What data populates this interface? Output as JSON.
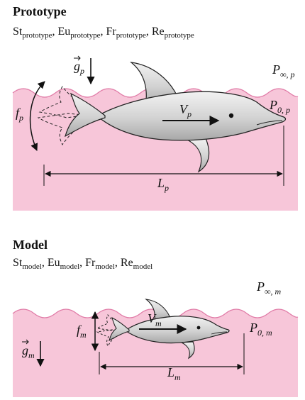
{
  "prototype": {
    "title": "Prototype",
    "params": [
      {
        "name": "St",
        "sub": "prototype"
      },
      {
        "name": "Eu",
        "sub": "prototype"
      },
      {
        "name": "Fr",
        "sub": "prototype"
      },
      {
        "name": "Re",
        "sub": "prototype"
      }
    ],
    "gravity": {
      "symbol": "g",
      "sub": "p"
    },
    "frequency": {
      "symbol": "f",
      "sub": "p"
    },
    "velocity": {
      "symbol": "V",
      "sub": "p"
    },
    "length": {
      "symbol": "L",
      "sub": "p"
    },
    "p_inf": {
      "symbol": "P",
      "sub": "∞, p"
    },
    "p_zero": {
      "symbol": "P",
      "sub": "0, p"
    }
  },
  "model": {
    "title": "Model",
    "params": [
      {
        "name": "St",
        "sub": "model"
      },
      {
        "name": "Eu",
        "sub": "model"
      },
      {
        "name": "Fr",
        "sub": "model"
      },
      {
        "name": "Re",
        "sub": "model"
      }
    ],
    "gravity": {
      "symbol": "g",
      "sub": "m"
    },
    "frequency": {
      "symbol": "f",
      "sub": "m"
    },
    "velocity": {
      "symbol": "V",
      "sub": "m"
    },
    "length": {
      "symbol": "L",
      "sub": "m"
    },
    "p_inf": {
      "symbol": "P",
      "sub": "∞, m"
    },
    "p_zero": {
      "symbol": "P",
      "sub": "0, m"
    }
  },
  "colors": {
    "water": "#f7c6d9",
    "dolphin_body": "#d8d8d8",
    "dolphin_outline": "#222222"
  }
}
